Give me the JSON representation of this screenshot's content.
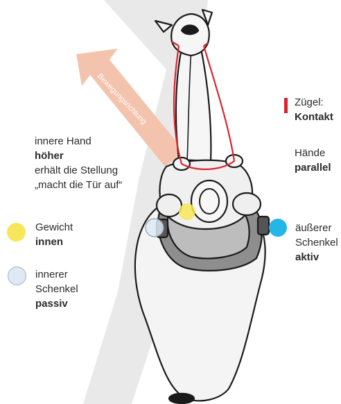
{
  "colors": {
    "rein": "#d7262f",
    "weight": "#f7e65a",
    "inner_leg": "#dfe9f3",
    "outer_leg": "#25b6e8",
    "arrow": "#f4c3ad",
    "track": "#e9e9e9"
  },
  "direction_label": "Bewegungsrichtung",
  "inner_hand": {
    "line1": "innere Hand",
    "line2": "höher",
    "line3": "erhält die Stellung",
    "line4": "„macht die Tür auf“"
  },
  "reins": {
    "line1": "Zügel:",
    "line2": "Kontakt"
  },
  "hands": {
    "line1": "Hände",
    "line2": "parallel"
  },
  "weight": {
    "line1": "Gewicht",
    "line2": "innen"
  },
  "inner_leg": {
    "line1": "innerer",
    "line2": "Schenkel",
    "line3": "passiv"
  },
  "outer_leg": {
    "line1": "äußerer",
    "line2": "Schenkel",
    "line3": "aktiv"
  }
}
